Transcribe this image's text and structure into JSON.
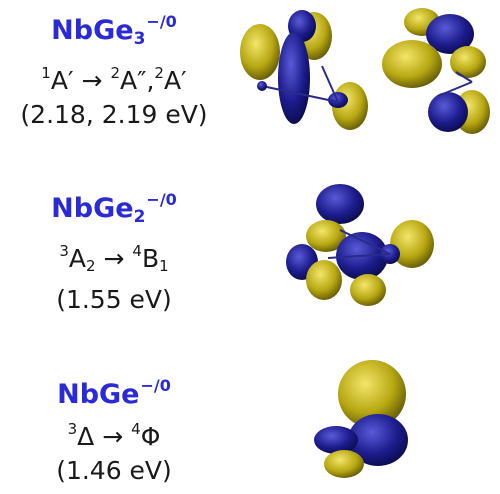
{
  "rows": [
    {
      "species_base": "NbGe",
      "species_sub": "3",
      "species_sup": "−/0",
      "transition": {
        "from_sup": "1",
        "from_term": "A′",
        "arrow": "→",
        "to1_sup": "2",
        "to1_term": "A″",
        "sep": ",",
        "to2_sup": "2",
        "to2_term": "A′"
      },
      "energy": "(2.18, 2.19 eV)"
    },
    {
      "species_base": "NbGe",
      "species_sub": "2",
      "species_sup": "−/0",
      "transition": {
        "from_sup": "3",
        "from_term": "A",
        "from_sub": "2",
        "arrow": "→",
        "to_sup": "4",
        "to_term": "B",
        "to_sub": "1"
      },
      "energy": "(1.55 eV)"
    },
    {
      "species_base": "NbGe",
      "species_sup": "−/0",
      "transition": {
        "from_sup": "3",
        "from_term": "Δ",
        "arrow": "→",
        "to_sup": "4",
        "to_term": "Φ"
      },
      "energy": "(1.46 eV)"
    }
  ],
  "colors": {
    "label_blue": "#2a2ad6",
    "lobe_navy": "#1c1c8c",
    "lobe_yellow": "#b7a712"
  }
}
